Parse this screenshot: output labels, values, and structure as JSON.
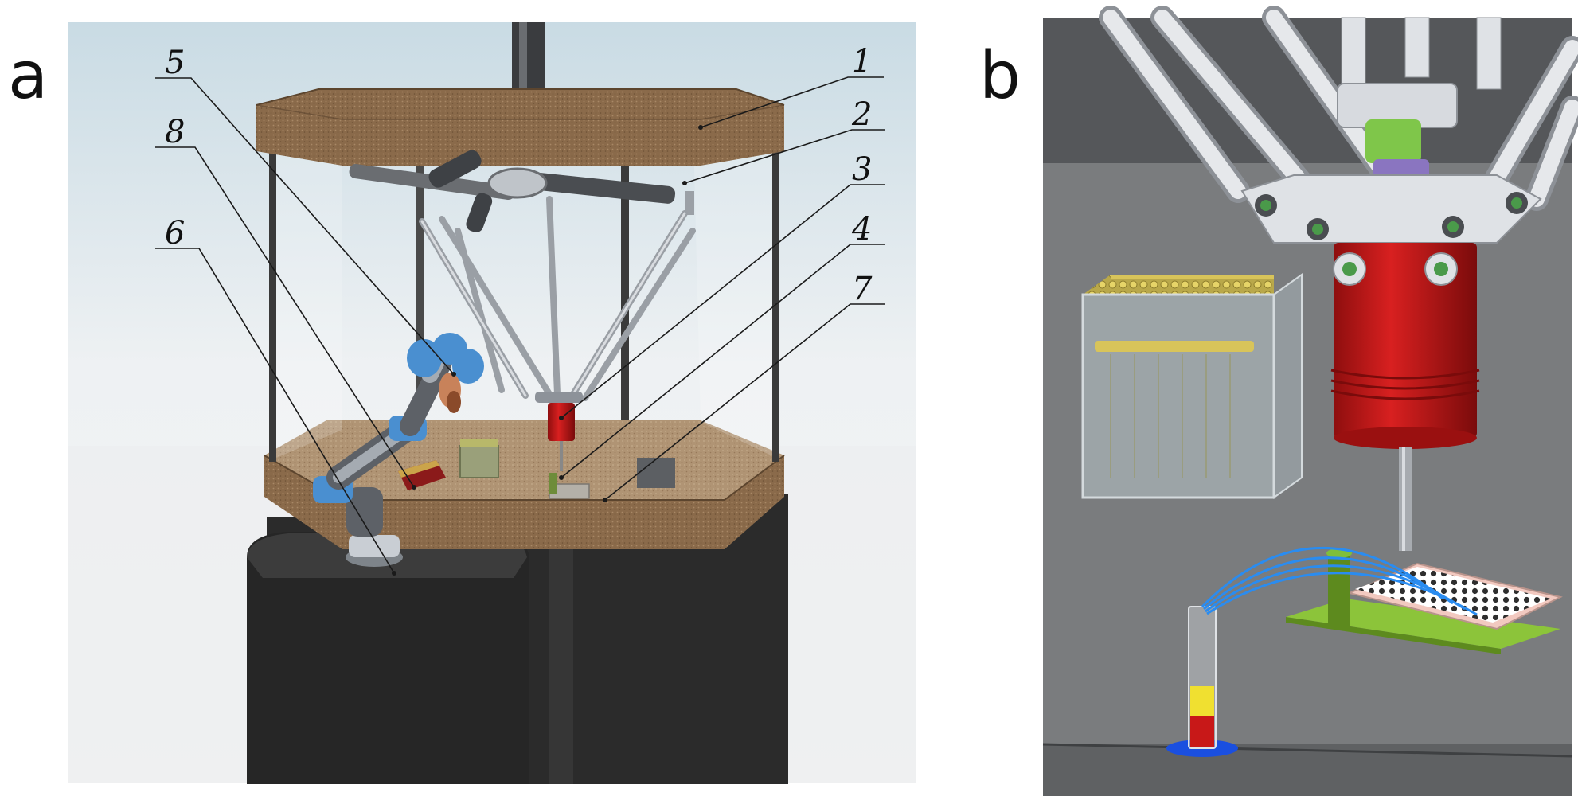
{
  "panels": {
    "a": {
      "letter": "a"
    },
    "b": {
      "letter": "b"
    }
  },
  "callouts": [
    {
      "id": "c1",
      "label": "1"
    },
    {
      "id": "c2",
      "label": "2"
    },
    {
      "id": "c3",
      "label": "3"
    },
    {
      "id": "c4",
      "label": "4"
    },
    {
      "id": "c5",
      "label": "5"
    },
    {
      "id": "c6",
      "label": "6"
    },
    {
      "id": "c7",
      "label": "7"
    },
    {
      "id": "c8",
      "label": "8"
    }
  ],
  "colors": {
    "cork": "#8a6a4a",
    "cabinet": "#2b2b2b",
    "robot_blue": "#4a8fd0",
    "robot_grey": "#8d9299",
    "effector_red": "#c41a1a",
    "effector_green": "#7fc64a",
    "effector_purple": "#8a75c0",
    "liquid_yellow": "#f0e030",
    "liquid_red": "#c81818",
    "base_blue": "#1a4fe0",
    "arc_blue": "#2a8cf0",
    "tray_pink": "#f2c9c0",
    "plate_green": "#8cc43a"
  }
}
